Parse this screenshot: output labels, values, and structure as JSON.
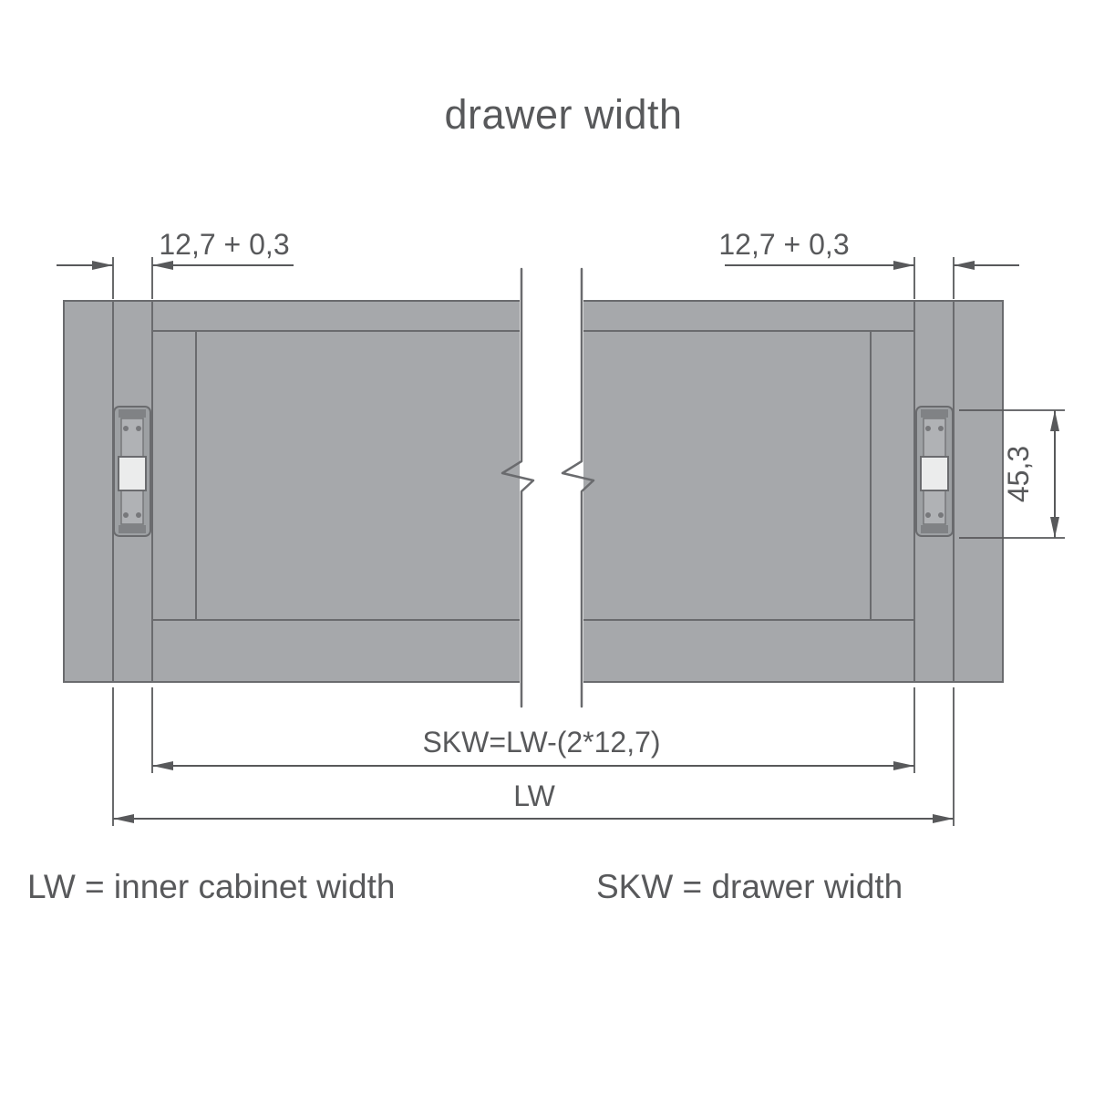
{
  "title": "drawer width",
  "dims": {
    "left_gap": "12,7 + 0,3",
    "right_gap": "12,7 + 0,3",
    "slide_height": "45,3",
    "skw_formula": "SKW=LW-(2*12,7)",
    "lw": "LW"
  },
  "legend": {
    "lw": "LW = inner cabinet width",
    "skw": "SKW = drawer width"
  },
  "colors": {
    "line": "#58595b",
    "edge": "#6a6b6e",
    "gray": "#a6a8ab",
    "slide-light": "#ebecec",
    "background": "#ffffff"
  }
}
